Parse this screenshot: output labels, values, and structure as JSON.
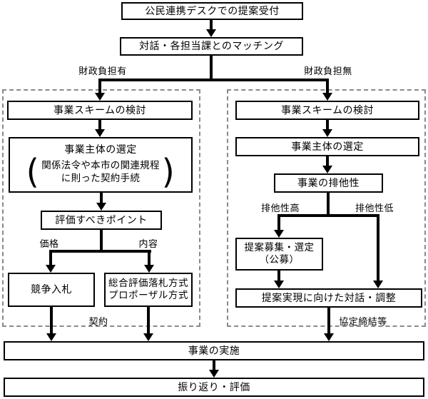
{
  "colors": {
    "line": "#000000",
    "box_border": "#000000",
    "box_bg": "#ffffff",
    "dashed_border": "#8a8a8a",
    "text": "#000000"
  },
  "flowchart": {
    "top": {
      "reception": "公民連携デスクでの提案受付",
      "matching": "対話・各担当課とのマッチング"
    },
    "branch_labels": {
      "fiscal_yes": "財政負担有",
      "fiscal_no": "財政負担無"
    },
    "left": {
      "scheme": "事業スキームの検討",
      "entity_title": "事業主体の選定",
      "entity_note_line1": "関係法令や本市の関連規程",
      "entity_note_line2": "に則った契約手続",
      "paren_open": "(",
      "paren_close": ")",
      "evaluation": "評価すべきポイント",
      "price_label": "価格",
      "content_label": "内容",
      "bidding": "競争入札",
      "comprehensive_line1": "総合評価落札方式",
      "comprehensive_line2": "プロポーザル方式",
      "contract_label": "契約"
    },
    "right": {
      "scheme": "事業スキームの検討",
      "entity": "事業主体の選定",
      "exclusivity": "事業の排他性",
      "high_label": "排他性高",
      "low_label": "排他性低",
      "recruit_line1": "提案募集・選定",
      "recruit_line2": "（公募）",
      "dialogue": "提案実現に向けた対話・調整",
      "agreement_label": "協定締結等"
    },
    "bottom": {
      "implementation": "事業の実施",
      "review": "振り返り・評価"
    }
  }
}
